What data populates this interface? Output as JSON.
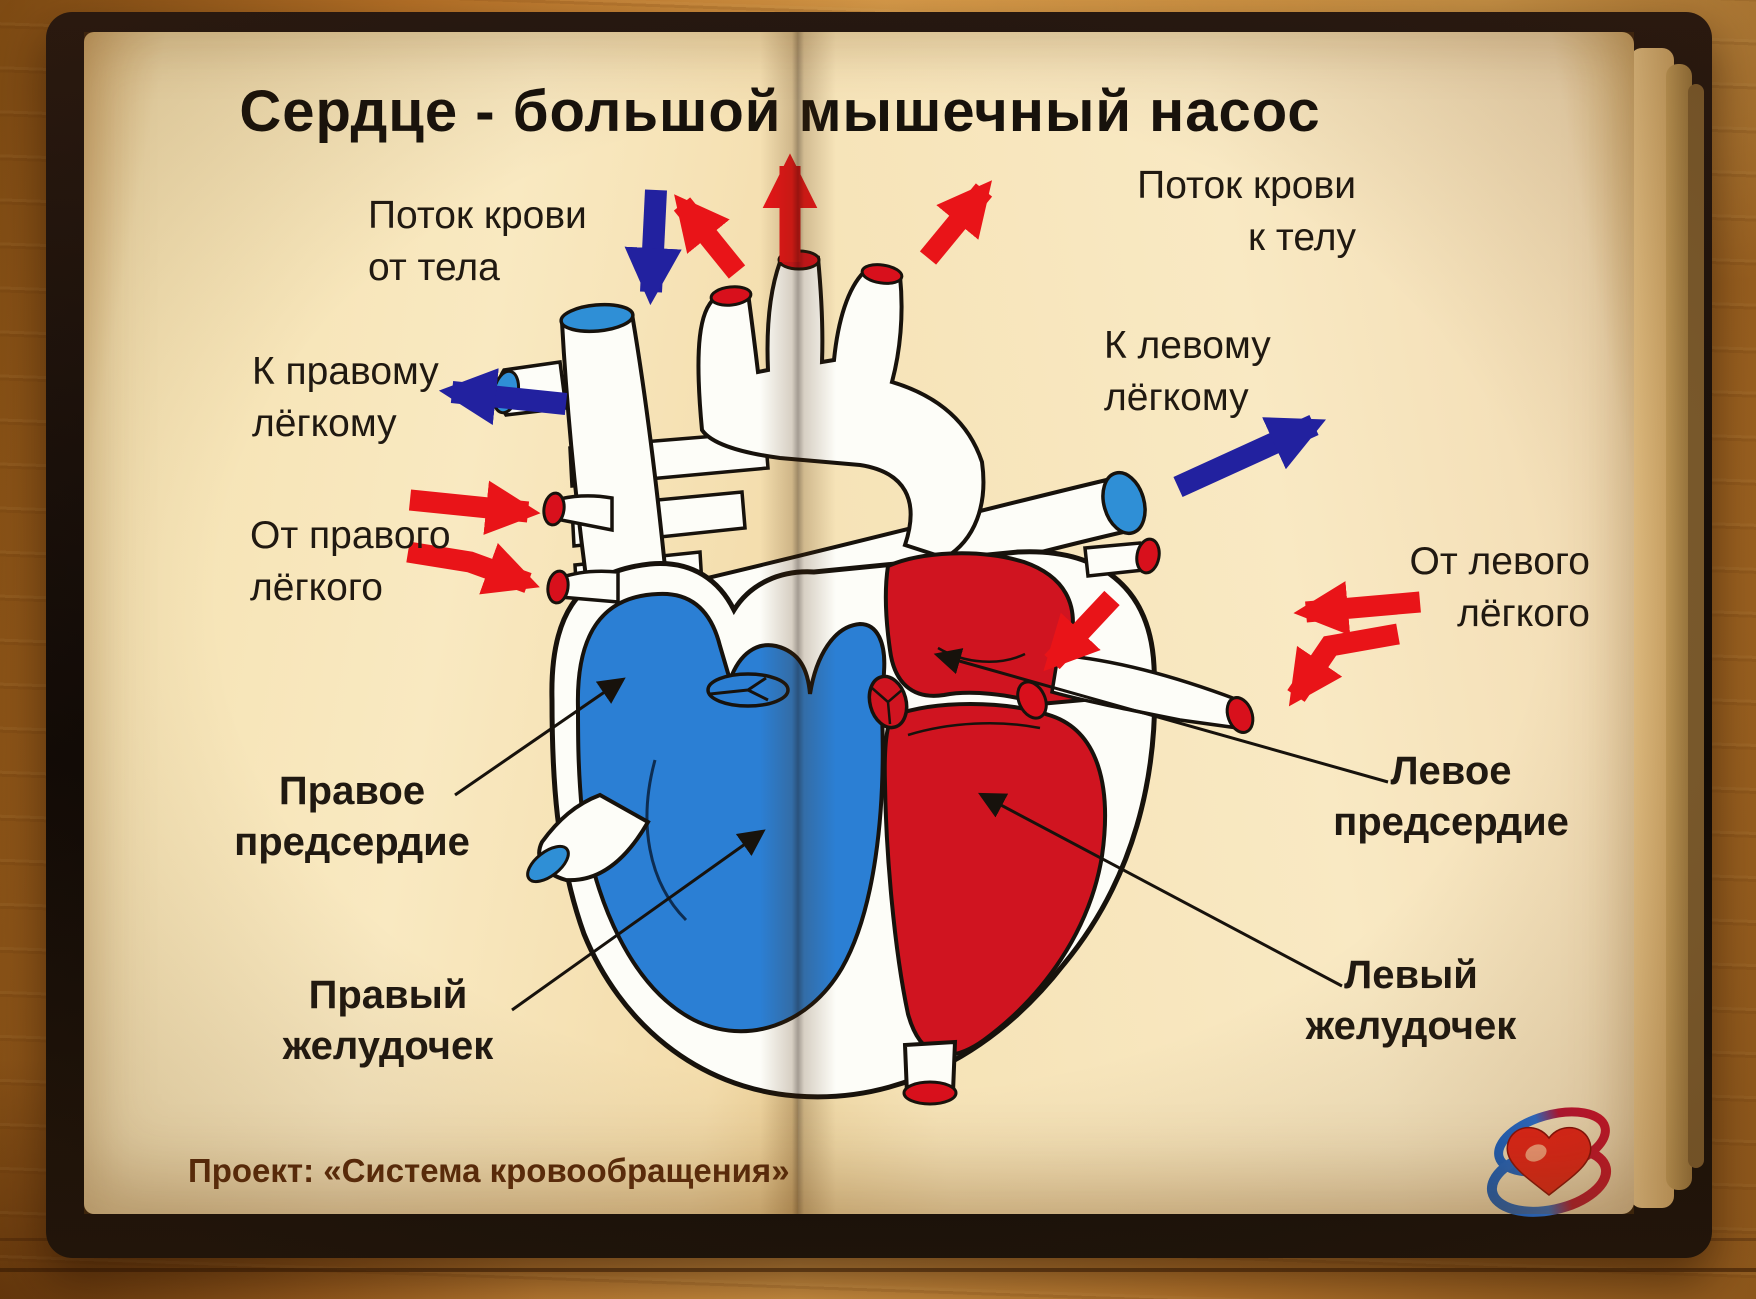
{
  "title": "Сердце - большой мышечный насос",
  "labels": {
    "flow_from_body": {
      "line1": "Поток крови",
      "line2": "от тела"
    },
    "flow_to_body": {
      "line1": "Поток крови",
      "line2": "к телу"
    },
    "to_right_lung": {
      "line1": "К правому",
      "line2": "лёгкому"
    },
    "from_right_lung": {
      "line1": "От правого",
      "line2": "лёгкого"
    },
    "to_left_lung": {
      "line1": "К левому",
      "line2": "лёгкому"
    },
    "from_left_lung": {
      "line1": "От левого",
      "line2": "лёгкого"
    },
    "right_atrium": {
      "line1": "Правое",
      "line2": "предсердие"
    },
    "right_ventricle": {
      "line1": "Правый",
      "line2": "желудочек"
    },
    "left_atrium": {
      "line1": "Левое",
      "line2": "предсердие"
    },
    "left_ventricle": {
      "line1": "Левый",
      "line2": "желудочек"
    }
  },
  "footer": {
    "project": "Проект: «Система кровообращения»"
  },
  "colors": {
    "venous_blue": "#2b7fd4",
    "arterial_red": "#d01420",
    "arrow_blue": "#22219f",
    "arrow_red": "#e91418",
    "vessel_blue_opening": "#2f8fd6",
    "vessel_red_opening": "#d8101c",
    "page_cream": "#f7e5b8",
    "wood_brown": "#c07b2e",
    "text_dark": "#1a1512",
    "footer_brown": "#55270b"
  },
  "icons": {
    "logo": "heart-with-loops-logo"
  }
}
